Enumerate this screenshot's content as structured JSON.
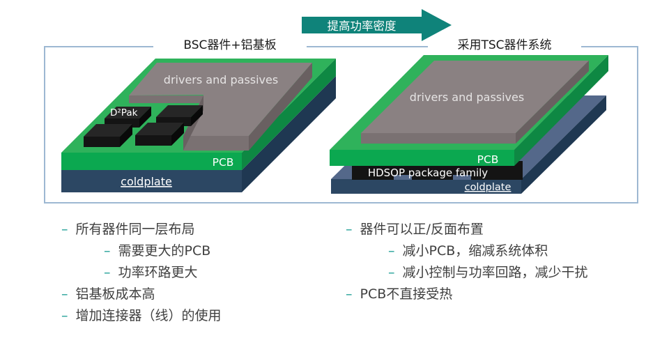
{
  "arrow": {
    "label": "提高功率密度"
  },
  "panels": {
    "left": {
      "title": "BSC器件+铝基板",
      "labels": {
        "top_chip": "drivers and passives",
        "package": "D²Pak",
        "board": "PCB",
        "base": "coldplate"
      }
    },
    "right": {
      "title": "采用TSC器件系统",
      "labels": {
        "top_chip": "drivers and passives",
        "board": "PCB",
        "package": "HDSOP package family",
        "base": "coldplate"
      }
    }
  },
  "bullets": {
    "dash": "–",
    "left": [
      {
        "level": 1,
        "text": "所有器件同一层布局"
      },
      {
        "level": 2,
        "text": "需要更大的PCB"
      },
      {
        "level": 2,
        "text": "功率环路更大"
      },
      {
        "level": 1,
        "text": "铝基板成本高"
      },
      {
        "level": 1,
        "text": "增加连接器（线）的使用"
      }
    ],
    "right": [
      {
        "level": 1,
        "text": "器件可以正/反面布置"
      },
      {
        "level": 2,
        "text": "减小PCB，缩减系统体积"
      },
      {
        "level": 2,
        "text": "减小控制与功率回路，减少干扰"
      },
      {
        "level": 1,
        "text": "PCB不直接受热"
      }
    ]
  },
  "colors": {
    "arrow_teal": "#0F837A",
    "bullet_dash_teal": "#1B9E94",
    "pcb_green_top": "#2FB25B",
    "pcb_green_front": "#0BA850",
    "pcb_green_side": "#0E8843",
    "coldplate_navy_front": "#2C4763",
    "coldplate_navy_side": "#1F3852",
    "coldplate_navy_top": "#54688A",
    "chip_gray_top": "#8A8182",
    "chip_gray_front": "#7A7172",
    "chip_gray_side": "#696061",
    "package_black": "#141414",
    "frame_border_blue": "#9DB8D2",
    "text_dark": "#404040"
  }
}
